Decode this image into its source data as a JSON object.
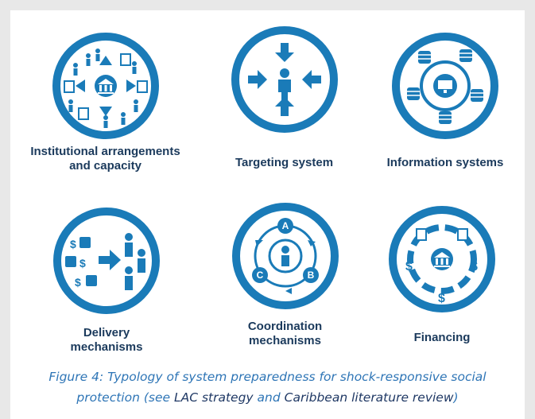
{
  "items": [
    {
      "label_l1": "Institutional arrangements",
      "label_l2": "and capacity"
    },
    {
      "label_l1": "Targeting system",
      "label_l2": ""
    },
    {
      "label_l1": "Information systems",
      "label_l2": ""
    },
    {
      "label_l1": "Delivery",
      "label_l2": "mechanisms"
    },
    {
      "label_l1": "Coordination",
      "label_l2": "mechanisms"
    },
    {
      "label_l1": "Financing",
      "label_l2": ""
    }
  ],
  "coordination_letters": {
    "a": "A",
    "b": "B",
    "c": "C"
  },
  "caption": {
    "line1": "Figure 4: Typology of system preparedness for shock-responsive social",
    "line2_prefix": "protection (see ",
    "link1": "LAC strategy",
    "mid": " and ",
    "link2": "Caribbean literature review",
    "suffix": ")"
  },
  "colors": {
    "icon_blue": "#1a7bb8",
    "label_text": "#1b3a5c",
    "caption_text": "#2e75b6",
    "caption_link": "#1f3864"
  }
}
